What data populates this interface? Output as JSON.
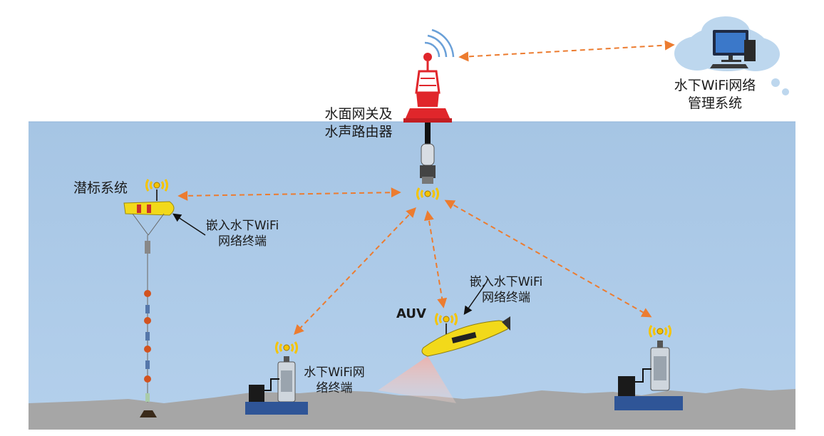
{
  "labels": {
    "mgmt_line1": "水下WiFi网络",
    "mgmt_line2": "管理系统",
    "gateway_line1": "水面网关及",
    "gateway_line2": "水声路由器",
    "mooring": "潜标系统",
    "embed_mooring_line1": "嵌入水下WiFi",
    "embed_mooring_line2": "网络终端",
    "embed_auv_line1": "嵌入水下WiFi",
    "embed_auv_line2": "网络终端",
    "auv": "AUV",
    "terminal_line1": "水下WiFi网",
    "terminal_line2": "络终端"
  },
  "colors": {
    "water": "#9fc1e2",
    "water_deep": "#a9c9ea",
    "seabed": "#a5a5a5",
    "link_arrow": "#ec7c30",
    "buoy": "#e0262b",
    "auv_body": "#f2d91a",
    "signal": "#f5c400",
    "terminal_base": "#2f5597",
    "cloud": "#bdd7ee"
  },
  "icons": [
    "cloud-computer-icon",
    "wifi-broadcast-icon",
    "signal-icon",
    "buoy-icon",
    "auv-icon",
    "terminal-icon",
    "mooring-float-icon",
    "anchor-icon"
  ]
}
